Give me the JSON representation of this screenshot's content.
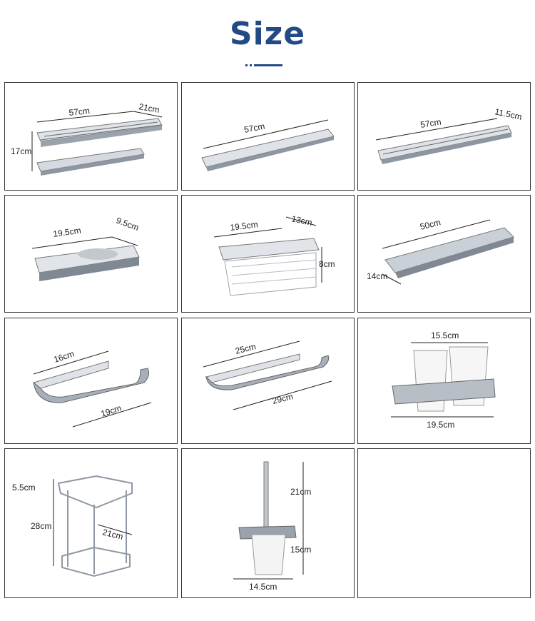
{
  "header": {
    "title": "Size"
  },
  "products": [
    {
      "name": "double towel rack with shelf",
      "dims": [
        "57cm",
        "21cm",
        "17cm"
      ]
    },
    {
      "name": "single towel bar",
      "dims": [
        "57cm"
      ]
    },
    {
      "name": "towel shelf",
      "dims": [
        "57cm",
        "11.5cm"
      ]
    },
    {
      "name": "soap dish",
      "dims": [
        "19.5cm",
        "9.5cm"
      ]
    },
    {
      "name": "soap basket",
      "dims": [
        "19.5cm",
        "13cm",
        "8cm"
      ]
    },
    {
      "name": "glass shelf",
      "dims": [
        "50cm",
        "14cm"
      ]
    },
    {
      "name": "paper holder",
      "dims": [
        "16cm",
        "19cm"
      ]
    },
    {
      "name": "towel ring bar",
      "dims": [
        "25cm",
        "29cm"
      ]
    },
    {
      "name": "double tumbler holder",
      "dims": [
        "15.5cm",
        "19.5cm"
      ]
    },
    {
      "name": "corner basket",
      "dims": [
        "5.5cm",
        "28cm",
        "21cm"
      ]
    },
    {
      "name": "toilet brush holder",
      "dims": [
        "21cm",
        "15cm",
        "14.5cm"
      ]
    }
  ]
}
